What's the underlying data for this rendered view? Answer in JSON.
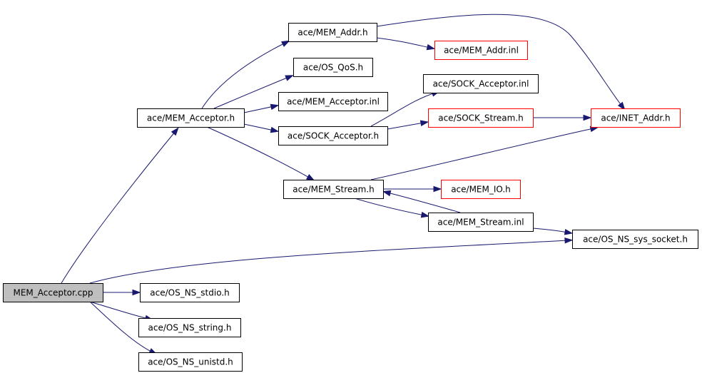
{
  "diagram": {
    "nodes": [
      {
        "id": "mem_acceptor_cpp",
        "label": "MEM_Acceptor.cpp",
        "style": "root"
      },
      {
        "id": "mem_acceptor_h",
        "label": "ace/MEM_Acceptor.h",
        "style": "normal"
      },
      {
        "id": "os_ns_stdio_h",
        "label": "ace/OS_NS_stdio.h",
        "style": "normal"
      },
      {
        "id": "os_ns_string_h",
        "label": "ace/OS_NS_string.h",
        "style": "normal"
      },
      {
        "id": "os_ns_unistd_h",
        "label": "ace/OS_NS_unistd.h",
        "style": "normal"
      },
      {
        "id": "mem_addr_h",
        "label": "ace/MEM_Addr.h",
        "style": "normal"
      },
      {
        "id": "os_qos_h",
        "label": "ace/OS_QoS.h",
        "style": "normal"
      },
      {
        "id": "mem_acceptor_inl",
        "label": "ace/MEM_Acceptor.inl",
        "style": "normal"
      },
      {
        "id": "sock_acceptor_h",
        "label": "ace/SOCK_Acceptor.h",
        "style": "normal"
      },
      {
        "id": "mem_stream_h",
        "label": "ace/MEM_Stream.h",
        "style": "normal"
      },
      {
        "id": "mem_addr_inl",
        "label": "ace/MEM_Addr.inl",
        "style": "missing"
      },
      {
        "id": "inet_addr_h",
        "label": "ace/INET_Addr.h",
        "style": "missing"
      },
      {
        "id": "sock_acceptor_inl",
        "label": "ace/SOCK_Acceptor.inl",
        "style": "normal"
      },
      {
        "id": "sock_stream_h",
        "label": "ace/SOCK_Stream.h",
        "style": "missing"
      },
      {
        "id": "mem_io_h",
        "label": "ace/MEM_IO.h",
        "style": "missing"
      },
      {
        "id": "mem_stream_inl",
        "label": "ace/MEM_Stream.inl",
        "style": "normal"
      },
      {
        "id": "os_ns_sys_socket_h",
        "label": "ace/OS_NS_sys_socket.h",
        "style": "normal"
      }
    ],
    "edges": [
      {
        "from": "mem_acceptor_cpp",
        "to": "mem_acceptor_h"
      },
      {
        "from": "mem_acceptor_cpp",
        "to": "os_ns_sys_socket_h"
      },
      {
        "from": "mem_acceptor_cpp",
        "to": "os_ns_stdio_h"
      },
      {
        "from": "mem_acceptor_cpp",
        "to": "os_ns_string_h"
      },
      {
        "from": "mem_acceptor_cpp",
        "to": "os_ns_unistd_h"
      },
      {
        "from": "mem_acceptor_h",
        "to": "mem_addr_h"
      },
      {
        "from": "mem_acceptor_h",
        "to": "os_qos_h"
      },
      {
        "from": "mem_acceptor_h",
        "to": "mem_acceptor_inl"
      },
      {
        "from": "mem_acceptor_h",
        "to": "sock_acceptor_h"
      },
      {
        "from": "mem_acceptor_h",
        "to": "mem_stream_h"
      },
      {
        "from": "mem_addr_h",
        "to": "mem_addr_inl"
      },
      {
        "from": "mem_addr_h",
        "to": "inet_addr_h"
      },
      {
        "from": "sock_acceptor_h",
        "to": "sock_acceptor_inl"
      },
      {
        "from": "sock_acceptor_h",
        "to": "sock_stream_h"
      },
      {
        "from": "sock_stream_h",
        "to": "inet_addr_h"
      },
      {
        "from": "mem_stream_h",
        "to": "inet_addr_h"
      },
      {
        "from": "mem_stream_h",
        "to": "mem_io_h"
      },
      {
        "from": "mem_stream_h",
        "to": "mem_stream_inl"
      },
      {
        "from": "mem_stream_inl",
        "to": "mem_stream_h"
      },
      {
        "from": "mem_stream_inl",
        "to": "os_ns_sys_socket_h"
      }
    ],
    "colors": {
      "edge": "#191970",
      "root_fill": "#bfbfbf",
      "missing_border": "#ff0000",
      "node_border": "#000000"
    }
  }
}
